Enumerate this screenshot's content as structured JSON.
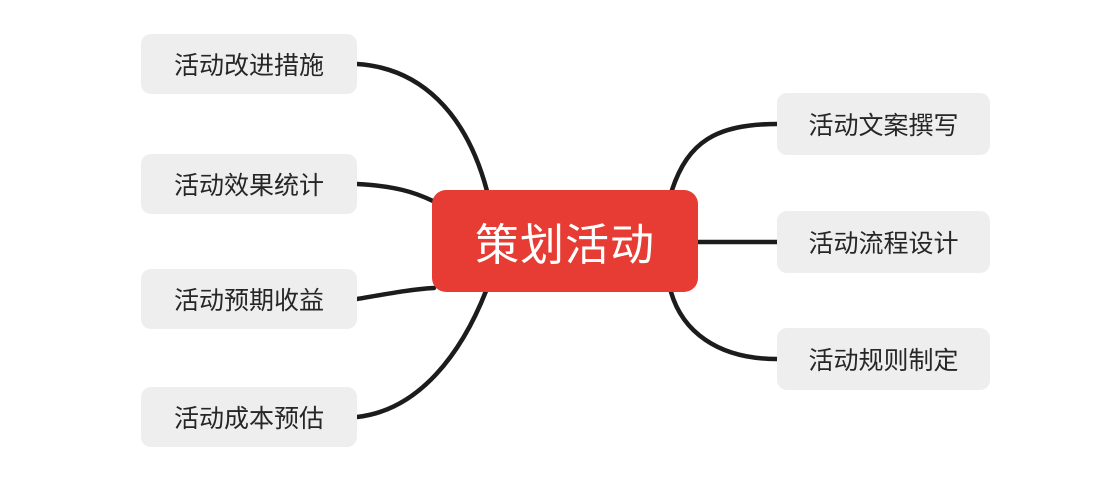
{
  "diagram": {
    "type": "mindmap",
    "root": {
      "label": "策划活动"
    },
    "left_branches": [
      {
        "label": "活动改进措施"
      },
      {
        "label": "活动效果统计"
      },
      {
        "label": "活动预期收益"
      },
      {
        "label": "活动成本预估"
      }
    ],
    "right_branches": [
      {
        "label": "活动文案撰写"
      },
      {
        "label": "活动流程设计"
      },
      {
        "label": "活动规则制定"
      }
    ],
    "colors": {
      "root_bg": "#e73c33",
      "root_text": "#ffffff",
      "branch_bg": "#eeeeee",
      "branch_text": "#262626",
      "connector": "#1c1c1c",
      "canvas_bg": "#ffffff"
    }
  }
}
